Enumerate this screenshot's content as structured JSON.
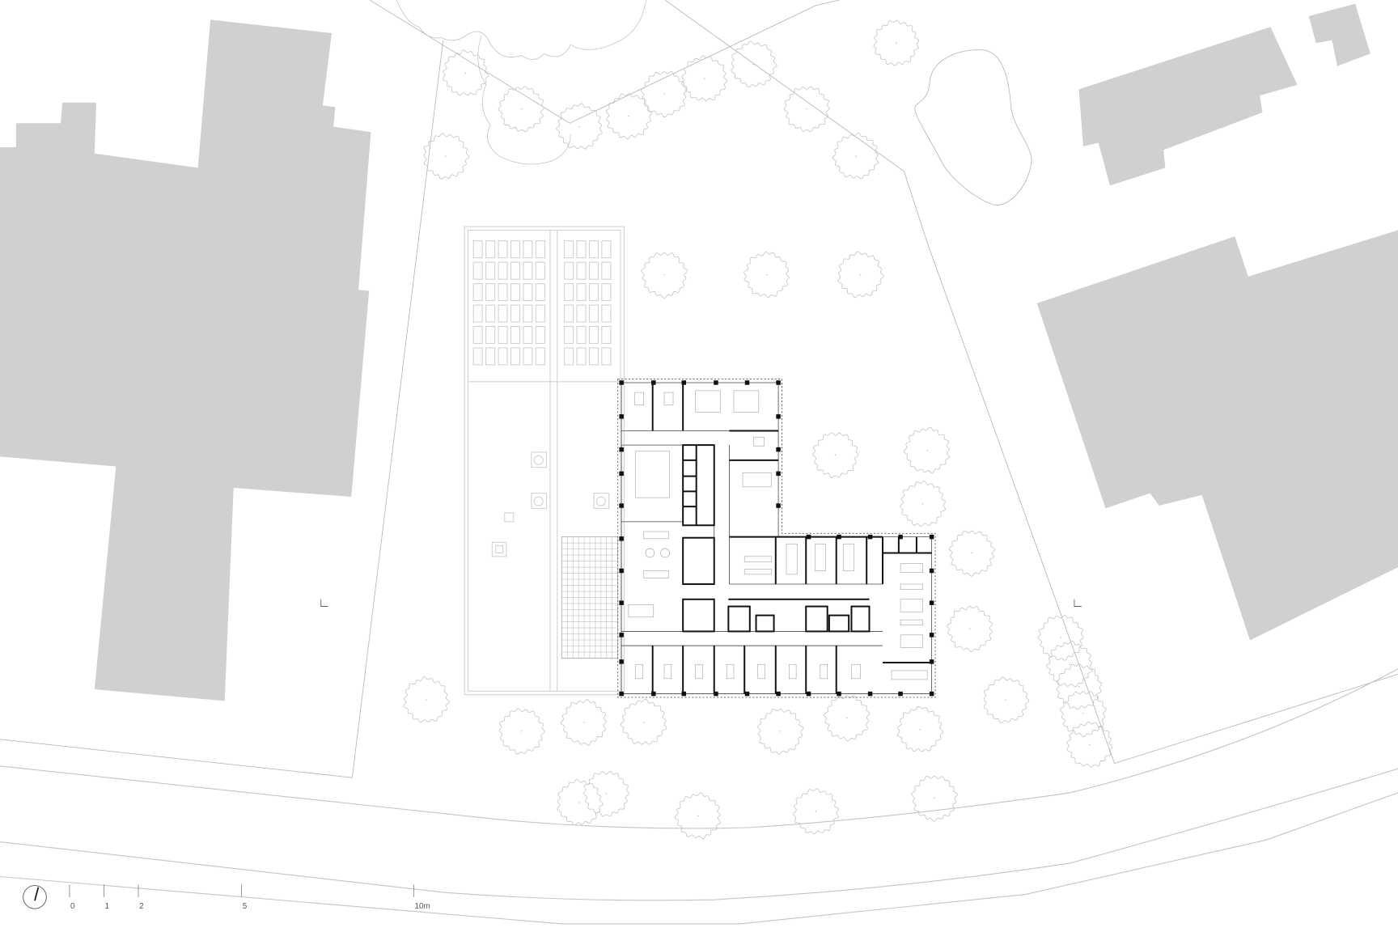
{
  "drawing": {
    "type": "site plan",
    "colors": {
      "neighbor_building": "#d0d0d0",
      "lines": "#bbbbbb",
      "walls": "#111111"
    }
  },
  "scale_bar": {
    "ticks": [
      {
        "value": 0,
        "label": "0"
      },
      {
        "value": 1,
        "label": "1"
      },
      {
        "value": 2,
        "label": "2"
      },
      {
        "value": 5,
        "label": "5"
      },
      {
        "value": 10,
        "label": "10m"
      }
    ]
  },
  "north_arrow": {
    "icon": "north-arrow-icon"
  }
}
